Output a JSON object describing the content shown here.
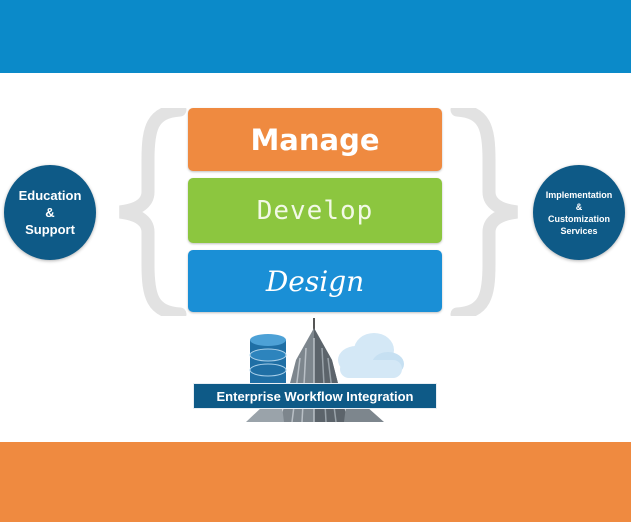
{
  "layers": {
    "manage": "Manage",
    "develop": "Develop",
    "design": "Design"
  },
  "left_circle": {
    "lines": [
      "Education",
      "&",
      "Support"
    ]
  },
  "right_circle": {
    "lines": [
      "Implementation",
      "&",
      "Customization",
      "Services"
    ]
  },
  "integration": {
    "label": "Enterprise Workflow Integration"
  },
  "colors": {
    "top_band": "#0b8ac9",
    "bottom_band": "#ef8a40",
    "manage": "#ef8a40",
    "develop": "#8cc63f",
    "design": "#1a8fd6",
    "circle": "#0e5a87",
    "brace": "#e2e2e2"
  },
  "icons": [
    "left-brace-icon",
    "right-brace-icon",
    "database-icon",
    "skyscraper-icon",
    "cloud-icon"
  ]
}
